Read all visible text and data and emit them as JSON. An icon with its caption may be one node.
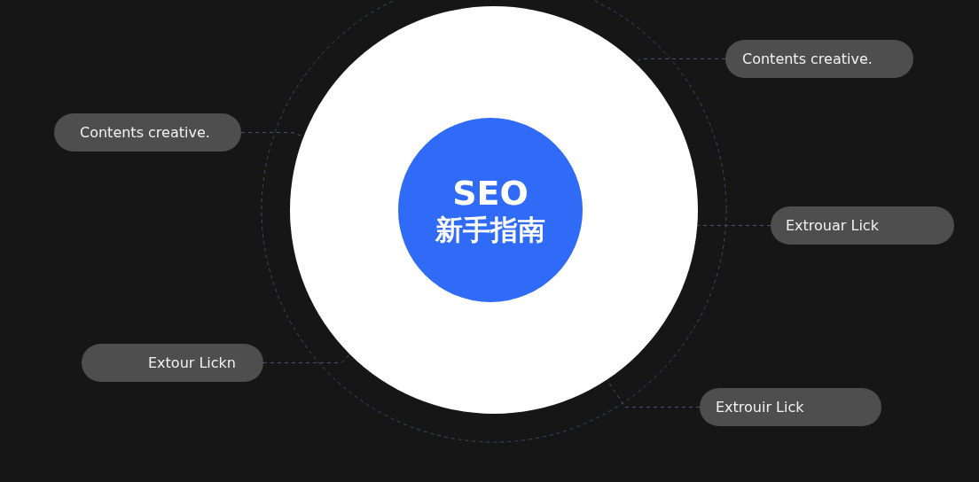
{
  "diagram": {
    "nodes": [
      {
        "text": [],
        "shape": "circle"
      },
      {
        "text": [
          "SEO",
          "新手指南"
        ],
        "in": 0
      },
      {
        "text": [
          "Contents creative."
        ]
      },
      {
        "text": [
          "Contents creative."
        ]
      },
      {
        "text": [
          "Extrouar Lick"
        ]
      },
      {
        "text": [
          "Extour Lickn"
        ]
      },
      {
        "text": [
          "Extrouir Lick"
        ]
      }
    ],
    "edges": [
      {
        "from": 2,
        "to": 0,
        "arrow": "none",
        "style": "dashed"
      },
      {
        "from": 3,
        "to": 0,
        "arrow": "none",
        "style": "dashed"
      },
      {
        "from": 4,
        "to": 0,
        "arrow": "none",
        "style": "dashed"
      },
      {
        "from": 5,
        "to": 0,
        "arrow": "none",
        "style": "dashed"
      },
      {
        "from": 6,
        "to": 0,
        "arrow": "none",
        "style": "dashed"
      }
    ]
  }
}
